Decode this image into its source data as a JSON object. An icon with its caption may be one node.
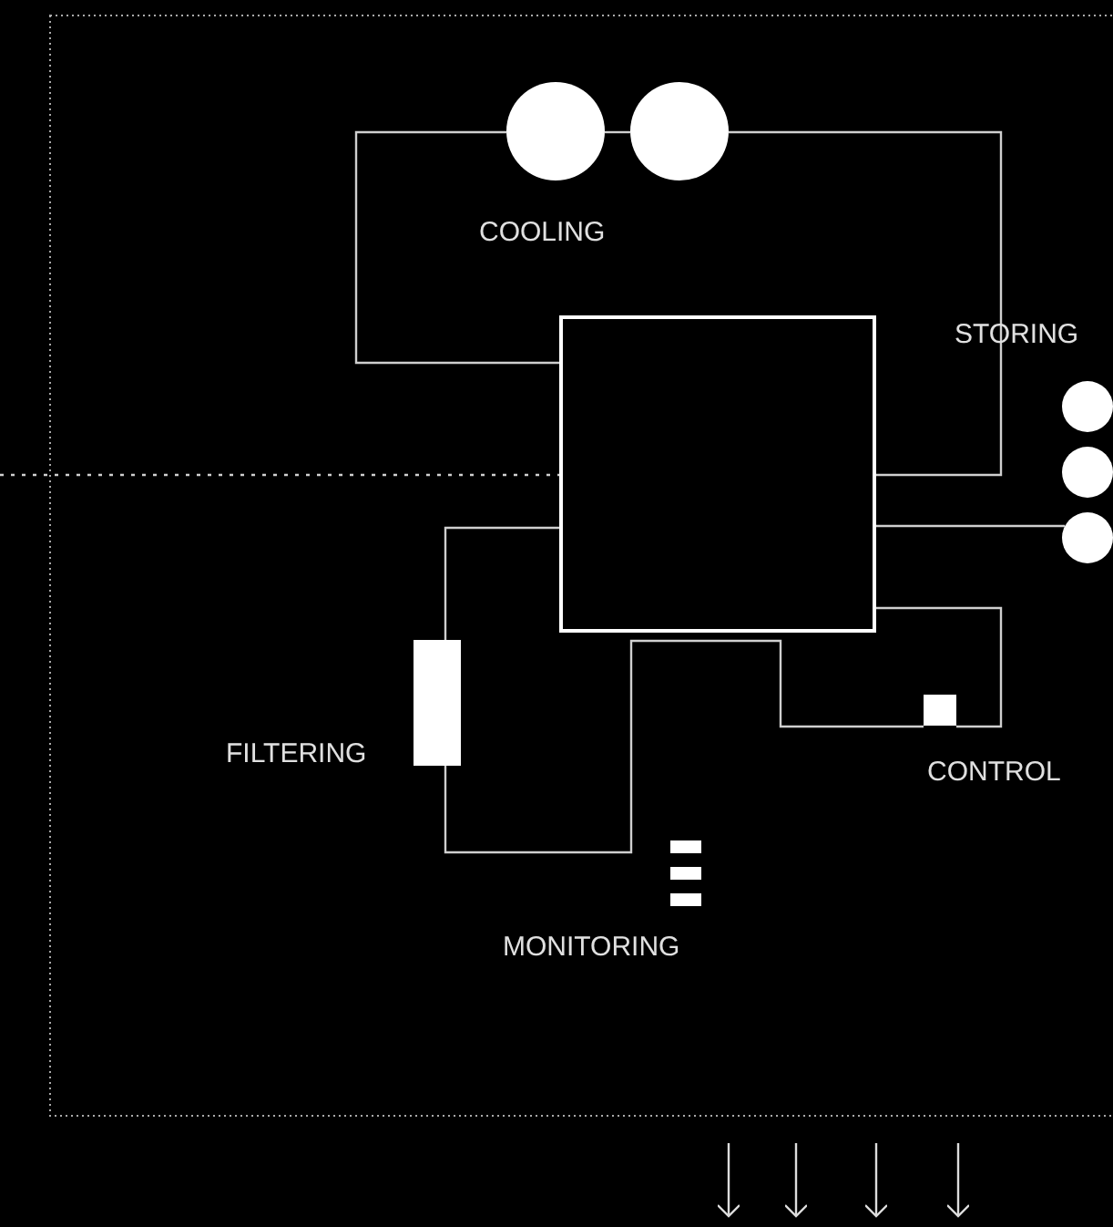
{
  "diagram": {
    "nodes": [
      {
        "text": [],
        "shape": "box"
      },
      {
        "text": [],
        "shape": "circle",
        "beside": [
          "COOLING"
        ]
      },
      {
        "text": [],
        "shape": "circle"
      },
      {
        "text": [],
        "shape": "circle",
        "beside": [
          "STORING"
        ]
      },
      {
        "text": [],
        "shape": "circle"
      },
      {
        "text": [],
        "shape": "circle"
      },
      {
        "text": [],
        "shape": "bar",
        "beside": [
          "FILTERING"
        ]
      },
      {
        "text": [],
        "shape": "bar",
        "beside": [
          "MONITORING"
        ]
      },
      {
        "text": [],
        "shape": "box",
        "beside": [
          "CONTROL"
        ]
      }
    ],
    "edges": [
      {
        "from": 0,
        "to": 1,
        "arrow": "none"
      },
      {
        "from": 1,
        "to": 2,
        "arrow": "none"
      },
      {
        "from": 2,
        "to": 0,
        "arrow": "none"
      },
      {
        "from": 0,
        "to": 5,
        "arrow": "none"
      },
      {
        "from": 0,
        "to": 8,
        "arrow": "none"
      },
      {
        "from": 8,
        "to": 6,
        "arrow": "none"
      },
      {
        "from": 6,
        "to": 0,
        "arrow": "none"
      },
      {
        "from": null,
        "to": 0,
        "arrow": "none",
        "style": "dashed"
      }
    ]
  }
}
